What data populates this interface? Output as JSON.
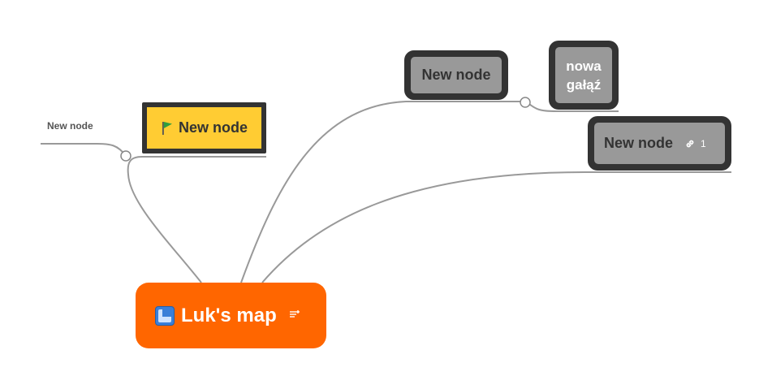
{
  "root": {
    "label": "Luk's map",
    "icon": "map-icon",
    "notes_icon": "notes-icon"
  },
  "nodes": {
    "flag_node": {
      "label": "New node",
      "icon": "green-flag-icon",
      "fill": "#ffcc33",
      "border": "#333333"
    },
    "top_node": {
      "label": "New node",
      "fill": "#999999",
      "border": "#333333"
    },
    "branch_node": {
      "line1": "nowa",
      "line2": "gałąź",
      "fill": "#999999",
      "border": "#333333"
    },
    "link_node": {
      "label": "New node",
      "link_icon": "link-icon",
      "link_count": "1",
      "fill": "#999999",
      "border": "#333333"
    },
    "plain_node": {
      "label": "New node"
    }
  },
  "colors": {
    "root": "#ff6600",
    "connector": "#999999"
  }
}
